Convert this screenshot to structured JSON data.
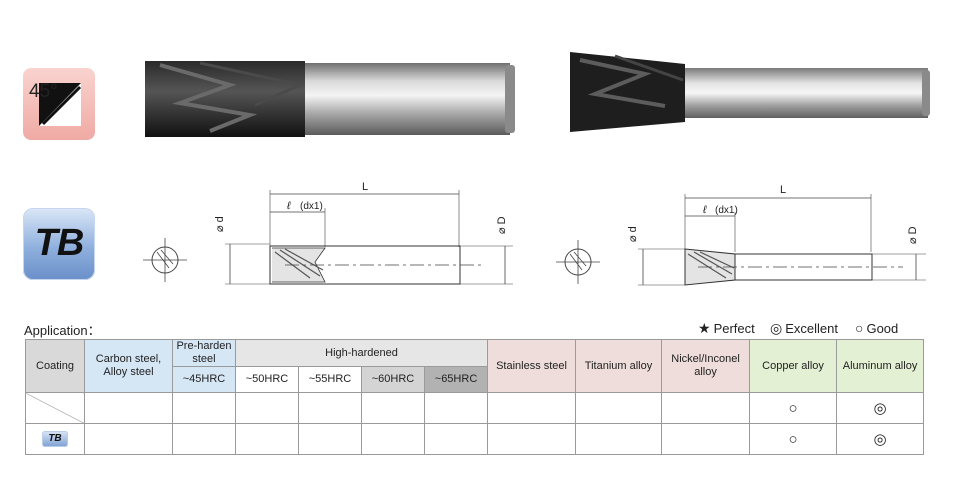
{
  "badges": {
    "angle_label": "45°",
    "coating_label": "TB"
  },
  "drawing1": {
    "L": "L",
    "l_label": "ℓ",
    "dx1": "(dx1)",
    "d_label": "⌀ d",
    "D_label": "⌀ D"
  },
  "drawing2": {
    "L": "L",
    "l_label": "ℓ",
    "dx1": "(dx1)",
    "d_label": "⌀ d",
    "D_label": "⌀ D"
  },
  "application": {
    "title": "Application："
  },
  "legend": {
    "perfect_symbol": "★",
    "perfect": "Perfect",
    "excellent_symbol": "◎",
    "excellent": "Excellent",
    "good_symbol": "○",
    "good": "Good"
  },
  "table": {
    "headers": {
      "coating": "Coating",
      "carbon": "Carbon steel, Alloy steel",
      "pre_harden": "Pre-harden steel",
      "pre_harden_sub": "~45HRC",
      "high_hardened": "High-hardened",
      "hrc50": "~50HRC",
      "hrc55": "~55HRC",
      "hrc60": "~60HRC",
      "hrc65": "~65HRC",
      "stainless": "Stainless steel",
      "titanium": "Titanium alloy",
      "nickel": "Nickel/Inconel alloy",
      "copper": "Copper alloy",
      "aluminum": "Aluminum alloy"
    },
    "rows": [
      {
        "coating": "",
        "copper": "○",
        "aluminum": "◎"
      },
      {
        "coating": "TB",
        "copper": "○",
        "aluminum": "◎"
      }
    ]
  }
}
